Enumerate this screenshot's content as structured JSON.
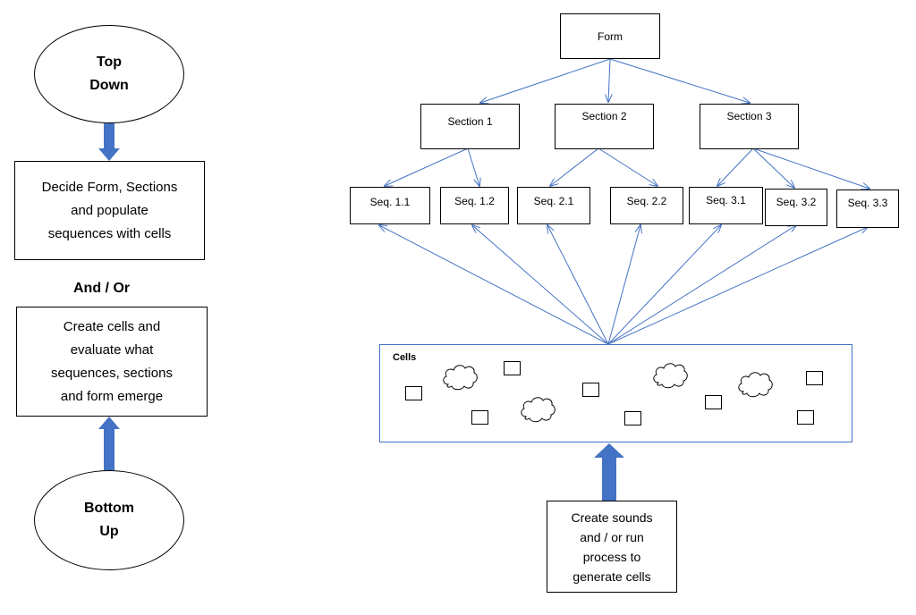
{
  "left_flow": {
    "top_down": {
      "line1": "Top",
      "line2": "Down"
    },
    "decide_box": {
      "line1": "Decide Form, Sections",
      "line2": "and populate",
      "line3": "sequences with cells"
    },
    "and_or": "And / Or",
    "create_box": {
      "line1": "Create cells and",
      "line2": "evaluate what",
      "line3": "sequences, sections",
      "line4": "and form emerge"
    },
    "bottom_up": {
      "line1": "Bottom",
      "line2": "Up"
    }
  },
  "hierarchy": {
    "form": "Form",
    "sections": [
      "Section 1",
      "Section 2",
      "Section 3"
    ],
    "sequences": [
      "Seq. 1.1",
      "Seq. 1.2",
      "Seq. 2.1",
      "Seq. 2.2",
      "Seq. 3.1",
      "Seq. 3.2",
      "Seq. 3.3"
    ]
  },
  "cells": {
    "title": "Cells"
  },
  "create_sounds": {
    "line1": "Create sounds",
    "line2": "and / or run",
    "line3": "process to",
    "line4": "generate cells"
  },
  "colors": {
    "arrow_blue": "#4472c4",
    "line_blue": "#4472c4",
    "border": "#000000"
  }
}
